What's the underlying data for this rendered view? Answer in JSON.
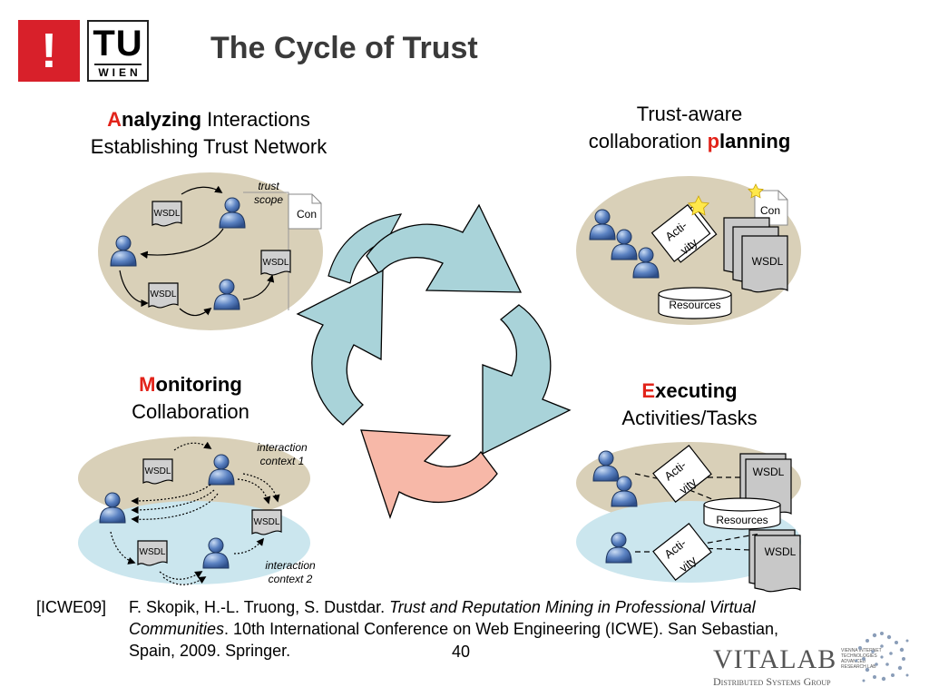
{
  "title": "The Cycle of Trust",
  "logos": {
    "institute_mark": "!",
    "tu_top": "TU",
    "tu_bottom": "WIEN",
    "vitalab_main": "VITALAB",
    "vitalab_small": [
      "VIENNA INTERNET",
      "TECHNOLOGIES",
      "ADVANCED",
      "RESEARCH LAB"
    ],
    "vitalab_group": "Distributed Systems Group"
  },
  "quadrants": {
    "analyzing": {
      "initial": "A",
      "bold_rest": "nalyzing",
      "rest": " Interactions",
      "line2": "Establishing Trust Network"
    },
    "planning": {
      "line1": "Trust-aware",
      "line2_plain": "collaboration ",
      "initial": "p",
      "bold_rest": "lanning"
    },
    "monitoring": {
      "initial": "M",
      "bold_rest": "onitoring",
      "line2": "Collaboration"
    },
    "executing": {
      "initial": "E",
      "bold_rest": "xecuting",
      "line2": "Activities/Tasks"
    }
  },
  "diagram_labels": {
    "wsdl": "WSDL",
    "con": "Con",
    "trust_scope_1": "trust",
    "trust_scope_2": "scope",
    "activity_1": "Acti-",
    "activity_2": "vity",
    "resources": "Resources",
    "ctx1_line1": "interaction",
    "ctx1_line2": "context 1",
    "ctx2_line1": "interaction",
    "ctx2_line2": "context 2"
  },
  "reference": {
    "tag": "[ICWE09]",
    "authors": "F. Skopik, H.-L. Truong, S. Dustdar. ",
    "title_italic_1": "Trust and Reputation Mining in Professional Virtual",
    "title_italic_2": "Communities",
    "rest_line2": ". 10th International Conference on Web Engineering (ICWE). San Sebastian,",
    "line3": "Spain, 2009. Springer."
  },
  "page_number": "40",
  "colors": {
    "accent_red": "#e2231a",
    "arrow_blue": "#a9d3d9",
    "arrow_pink": "#f7b8a8",
    "ellipse_tan": "#d9d0b8",
    "ellipse_blue": "#cbe6ee",
    "person_blue": "#5b82c2"
  }
}
